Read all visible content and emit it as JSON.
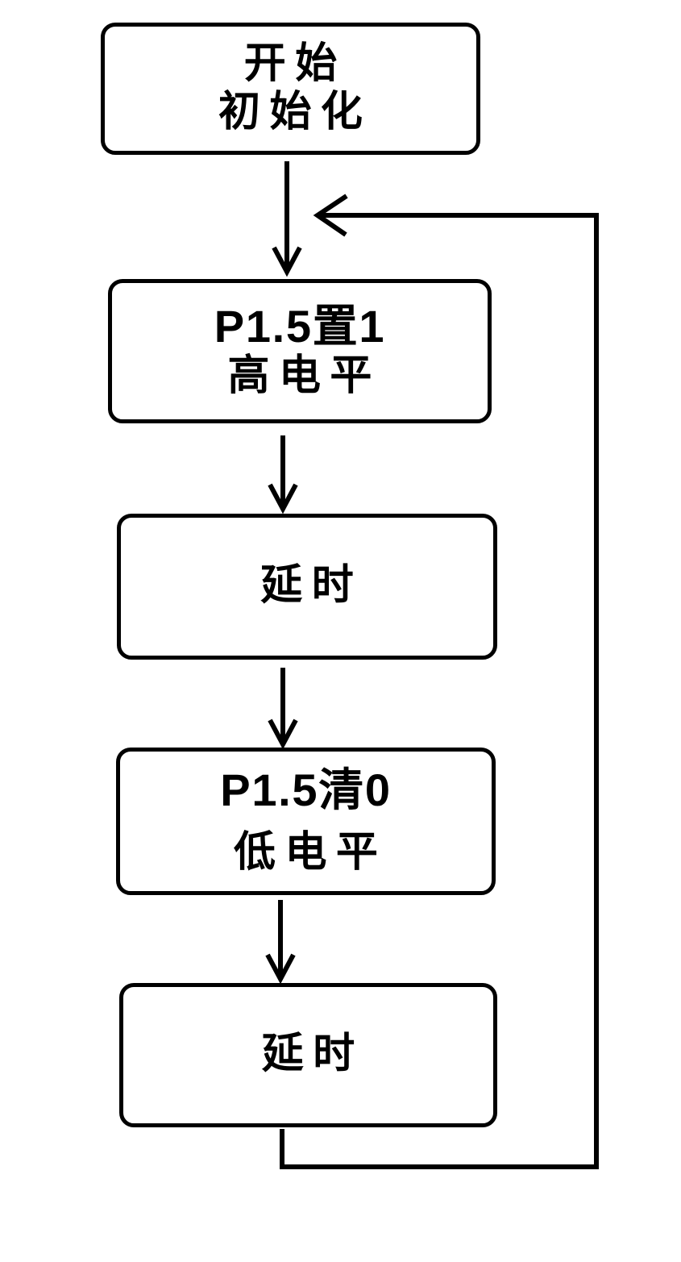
{
  "diagram": {
    "type": "flowchart",
    "colors": {
      "stroke": "#000000",
      "text": "#000000",
      "background": "#ffffff"
    },
    "nodes": {
      "start": {
        "lines": [
          "开始",
          "初始化"
        ]
      },
      "set_high": {
        "lines": [
          "P1.5置1",
          "高电平"
        ]
      },
      "delay1": {
        "lines": [
          "延时"
        ]
      },
      "clear_low": {
        "lines": [
          "P1.5清0",
          "低电平"
        ]
      },
      "delay2": {
        "lines": [
          "延时"
        ]
      }
    },
    "edges": [
      {
        "from": "start",
        "to": "set_high",
        "type": "arrow-down"
      },
      {
        "from": "set_high",
        "to": "delay1",
        "type": "arrow-down"
      },
      {
        "from": "delay1",
        "to": "clear_low",
        "type": "arrow-down"
      },
      {
        "from": "clear_low",
        "to": "delay2",
        "type": "arrow-down"
      },
      {
        "from": "delay2",
        "to": "set_high",
        "type": "loop-back-right-side"
      }
    ]
  }
}
